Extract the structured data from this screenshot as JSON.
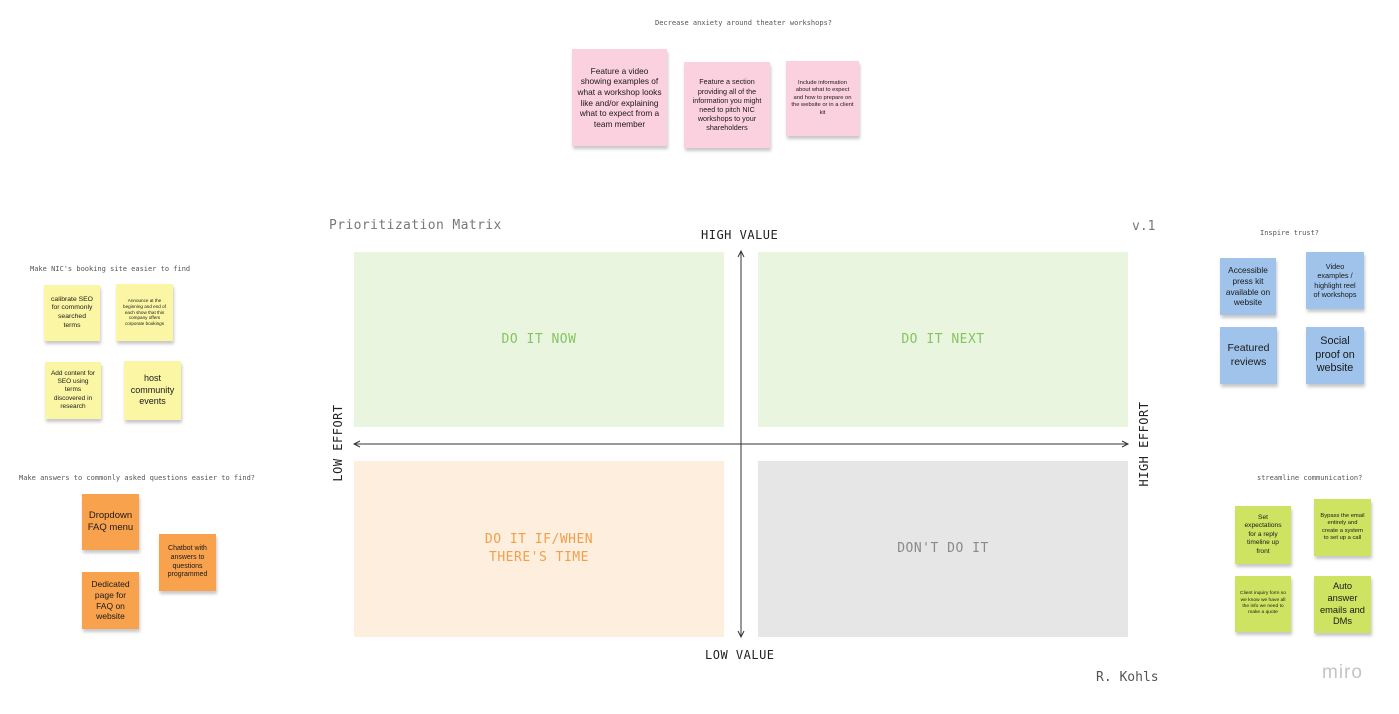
{
  "matrix": {
    "title": "Prioritization Matrix",
    "version": "v.1",
    "author": "R. Kohls",
    "top_label": "HIGH VALUE",
    "bottom_label": "LOW VALUE",
    "left_label": "LOW EFFORT",
    "right_label": "HIGH EFFORT",
    "quadrants": {
      "do_it_now": "DO IT NOW",
      "do_it_next": "DO IT NEXT",
      "do_it_if_time_line1": "DO IT IF/WHEN",
      "do_it_if_time_line2": "THERE'S TIME",
      "dont_do_it": "DON'T DO IT"
    },
    "colors": {
      "do_it_now_bg": "#e9f5de",
      "do_it_now_text": "#86c462",
      "do_it_next_bg": "#e9f5de",
      "do_it_next_text": "#86c462",
      "do_it_if_time_bg": "#fdeedd",
      "do_it_if_time_text": "#f0a04c",
      "dont_do_it_bg": "#e6e6e6",
      "dont_do_it_text": "#8a8a8a"
    }
  },
  "groups": {
    "anxiety": {
      "title": "Decrease anxiety around theater workshops?",
      "notes": [
        "Feature a video showing examples of what a workshop looks like and/or explaining what to expect from a team member",
        "Feature a section providing all of the information you might need to pitch NIC workshops to your shareholders",
        "Include information about what to expect and how to prepare on the website or in a client kit"
      ]
    },
    "booking": {
      "title": "Make NIC's booking site easier to find",
      "notes": [
        "calibrate SEO for commonly searched terms",
        "Announce at the beginning and end of each show that this company offers corporate bookings",
        "Add content for SEO using terms discovered in research",
        "host community events"
      ]
    },
    "faq": {
      "title": "Make answers to commonly asked questions easier to find?",
      "notes": [
        "Dropdown FAQ menu",
        "Chatbot with answers to questions programmed",
        "Dedicated page for FAQ on website"
      ]
    },
    "trust": {
      "title": "Inspire trust?",
      "notes": [
        "Accessible press kit available on website",
        "Video examples / highlight reel of workshops",
        "Featured reviews",
        "Social proof on website"
      ]
    },
    "communication": {
      "title": "streamline communication?",
      "notes": [
        "Set expectations for a reply timeline up front",
        "Bypass the email entirely and create a system to set up a call",
        "Client inquiry form so we know we have all the info we need to make a quote",
        "Auto answer emails and DMs"
      ]
    }
  },
  "branding": {
    "logo": "miro"
  }
}
